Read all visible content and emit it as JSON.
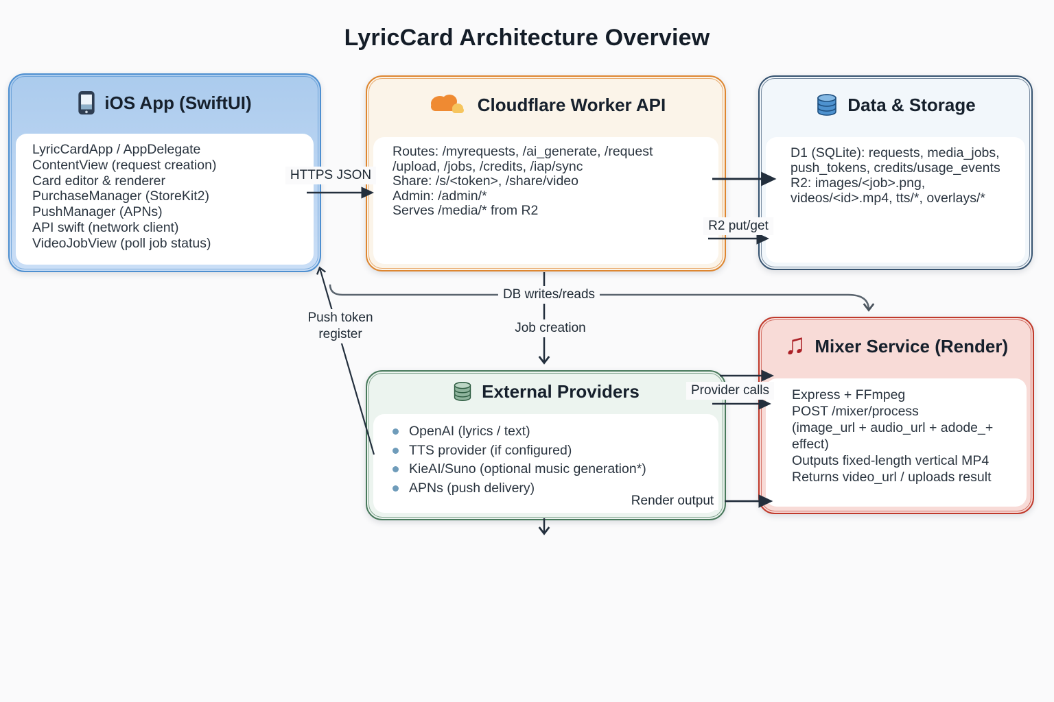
{
  "title": "LyricCard Architecture Overview",
  "nodes": {
    "ios": {
      "title": "iOS App (SwiftUI)",
      "icon": "phone-icon",
      "border_color": "#4e8fd0",
      "lines": [
        "LyricCardApp / AppDelegate",
        "ContentView (request creation)",
        "Card editor & renderer",
        "PurchaseManager (StoreKit2)",
        "PushManager (APNs)",
        "API swift (network client)",
        "VideoJobView (poll job status)"
      ]
    },
    "worker": {
      "title": "Cloudflare Worker API",
      "icon": "cloudflare-cloud-icon",
      "border_color": "#de8630",
      "lines": [
        "Routes: /myrequests, /ai_generate, /request",
        "/upload, /jobs, /credits, /iap/sync",
        "Share: /s/<token>, /share/video",
        "Admin: /admin/*",
        "Serves /media/* from R2"
      ]
    },
    "storage": {
      "title": "Data & Storage",
      "icon": "database-icon",
      "border_color": "#35526f",
      "lines": [
        "D1 (SQLite): requests, media_jobs,",
        "push_tokens, credits/usage_events",
        "R2: images/<job>.png,",
        "videos/<id>.mp4, tts/*, overlays/*"
      ]
    },
    "mixer": {
      "title": "Mixer Service (Render)",
      "icon": "music-note-icon",
      "border_color": "#c03a2c",
      "lines": [
        "Express + FFmpeg",
        "POST /mixer/process",
        "(image_url + audio_url + adode_+ effect)",
        "Outputs fixed-length vertical MP4",
        "Returns video_url / uploads result"
      ]
    },
    "providers": {
      "title": "External Providers",
      "icon": "database-icon-green",
      "border_color": "#48795b",
      "bullets": [
        "OpenAI (lyrics / text)",
        "TTS provider (if configured)",
        "KieAI/Suno (optional music generation*)",
        "APNs (push delivery)"
      ]
    }
  },
  "edges": {
    "https_json": "HTTPS JSON",
    "r2_put_get": "R2 put/get",
    "db_writes_reads": "DB writes/reads",
    "push_token_line1": "Push token",
    "push_token_line2": "register",
    "job_creation": "Job creation",
    "provider_calls": "Provider calls",
    "render_output": "Render output"
  },
  "colors": {
    "background": "#fafafb",
    "arrow": "#232f3d",
    "gray_line": "#5a646e",
    "cloudflare_orange": "#ef8a32",
    "cloudflare_yellow": "#f6c55e",
    "music_note_red": "#ab2026",
    "bullet_dot": "#6f9cba"
  }
}
